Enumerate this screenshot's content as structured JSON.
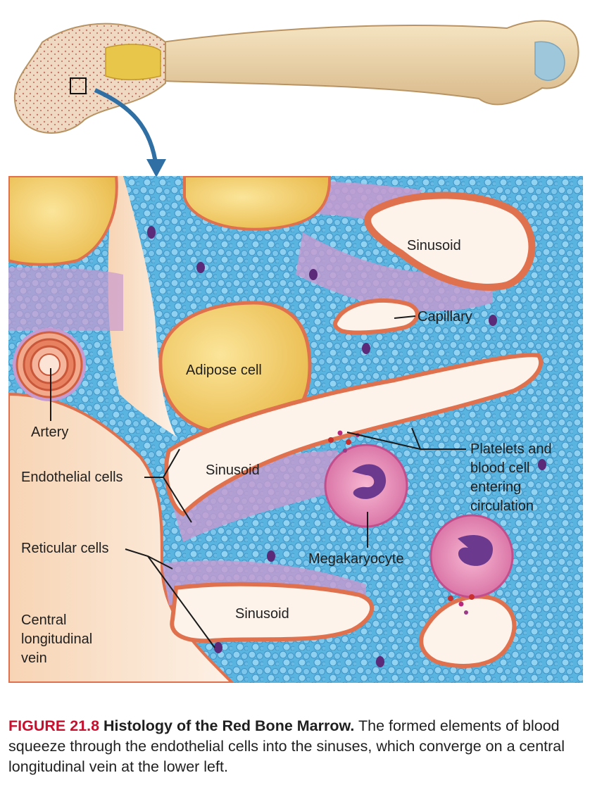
{
  "labels": {
    "sinusoid_top": "Sinusoid",
    "capillary": "Capillary",
    "adipose_cell": "Adipose cell",
    "artery": "Artery",
    "endothelial_cells": "Endothelial cells",
    "sinusoid_mid": "Sinusoid",
    "platelets_line1": "Platelets and",
    "platelets_line2": "blood cell",
    "platelets_line3": "entering",
    "platelets_line4": "circulation",
    "reticular_cells": "Reticular cells",
    "megakaryocyte": "Megakaryocyte",
    "central_line1": "Central",
    "central_line2": "longitudinal",
    "central_line3": "vein",
    "sinusoid_bottom": "Sinusoid"
  },
  "caption": {
    "figure_number": "FIGURE 21.8",
    "title": "Histology of the Red Bone Marrow.",
    "text": "The formed elements of blood squeeze through the endothelial cells into the sinuses, which converge on a central longitudinal vein at the lower left."
  },
  "colors": {
    "marrow_blue": "#5ab4e0",
    "reticular_purple": "#c79ad0",
    "adipose_yellow": "#f6d26a",
    "endothelium_orange": "#e0714e",
    "bone": "#ecd5a8",
    "caption_red": "#c8102e"
  }
}
